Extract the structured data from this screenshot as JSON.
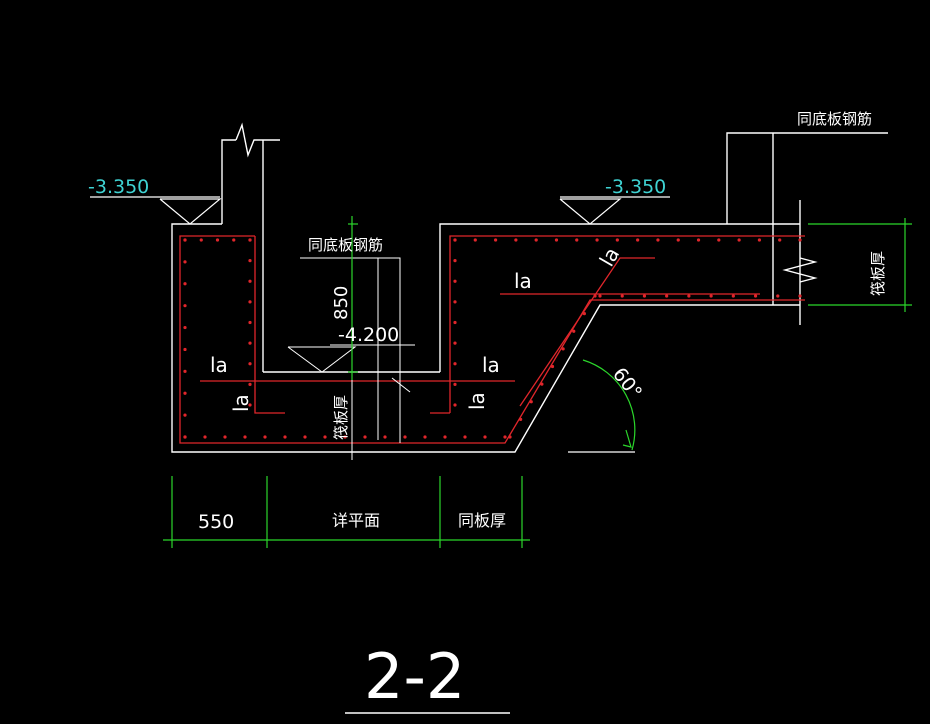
{
  "section_title": "2-2",
  "levels": {
    "left": "-3.350",
    "right": "-3.350",
    "pit": "-4.200"
  },
  "labels": {
    "bottom_plate_rebar_center": "同底板钢筋",
    "bottom_plate_rebar_right": "同底板钢筋",
    "depth_850": "850",
    "anchor_la": "la",
    "same_plate_thickness_vertical": "筏板厚",
    "same_plate_thickness_pit": "筏板厚",
    "angle": "60°"
  },
  "dimensions": {
    "dim1": "550",
    "dim2": "详平面",
    "dim3": "同板厚"
  },
  "colors": {
    "background": "#000000",
    "concrete_outline": "#ffffff",
    "rebar": "#e0262b",
    "level_text": "#3fd3d3",
    "dimension": "#2bd62b",
    "angle": "#2bd62b"
  }
}
